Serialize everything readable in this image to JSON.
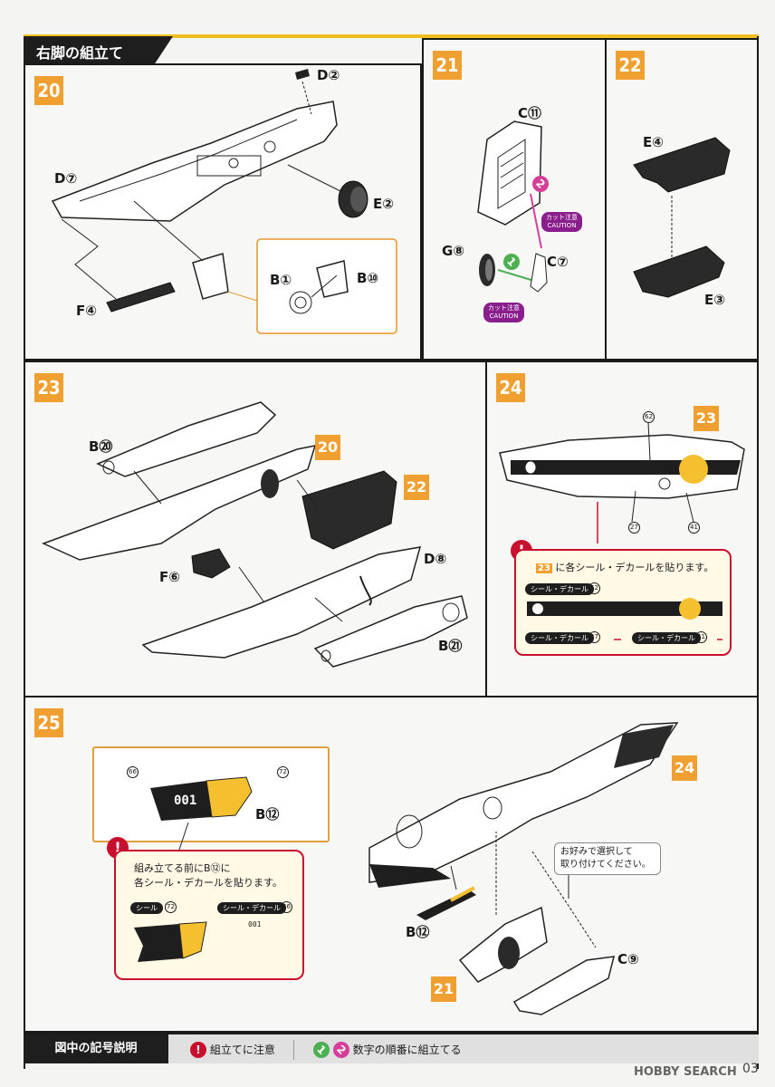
{
  "header": {
    "title": "右脚の組立て"
  },
  "steps": {
    "s20": {
      "number": "20",
      "parts": {
        "d2": "D②",
        "d7": "D⑦",
        "e2": "E②",
        "f4": "F④",
        "b1": "B①",
        "b10": "B⑩"
      }
    },
    "s21": {
      "number": "21",
      "parts": {
        "c11": "C⑪",
        "g8": "G⑧",
        "c7": "C⑦"
      },
      "order": [
        "1",
        "2"
      ],
      "caution_line1": "カット注意",
      "caution_line2": "CAUTION"
    },
    "s22": {
      "number": "22",
      "parts": {
        "e4": "E④",
        "e3": "E③"
      }
    },
    "s23": {
      "number": "23",
      "parts": {
        "b20": "B⑳",
        "f6": "F⑥",
        "d8": "D⑧",
        "b21": "B㉑"
      },
      "refs": {
        "r20": "20",
        "r22": "22"
      }
    },
    "s24": {
      "number": "24",
      "ref": "23",
      "callouts": {
        "c62": "62",
        "c27": "27",
        "c41": "41"
      },
      "note": {
        "ref": "23",
        "text": "に各シール・デカールを貼ります。",
        "sticker62": "シール・デカール",
        "n62": "62",
        "sticker27": "シール・デカール",
        "n27": "27",
        "sticker41": "シール・デカール",
        "n41": "41"
      }
    },
    "s25": {
      "number": "25",
      "ref24": "24",
      "ref21": "21",
      "parts": {
        "b12": "B⑫",
        "b12b": "B⑫",
        "c9": "C⑨"
      },
      "callouts": {
        "c66": "66",
        "c72": "72"
      },
      "decal_text": "001",
      "option_note_line1": "お好みで選択して",
      "option_note_line2": "取り付けてください。",
      "warn_line1": "組み立てる前にB⑫に",
      "warn_line2": "各シール・デカールを貼ります。",
      "sticker72": "シール",
      "n72": "72",
      "sticker66": "シール・デカール",
      "n66": "66",
      "small_001": "001"
    }
  },
  "legend": {
    "title": "図中の記号説明",
    "warn_symbol": "!",
    "warn_label": "組立てに注意",
    "n1": "1",
    "n2": "2",
    "order_label": "数字の順番に組立てる"
  },
  "footer": {
    "watermark": "HOBBY SEARCH",
    "page": "03"
  },
  "colors": {
    "accent": "#f0a030",
    "warning": "#c8102e",
    "green": "#4caf50",
    "pink": "#d43f9a",
    "caution": "#8a1e8c",
    "yellow": "#f5c030"
  }
}
